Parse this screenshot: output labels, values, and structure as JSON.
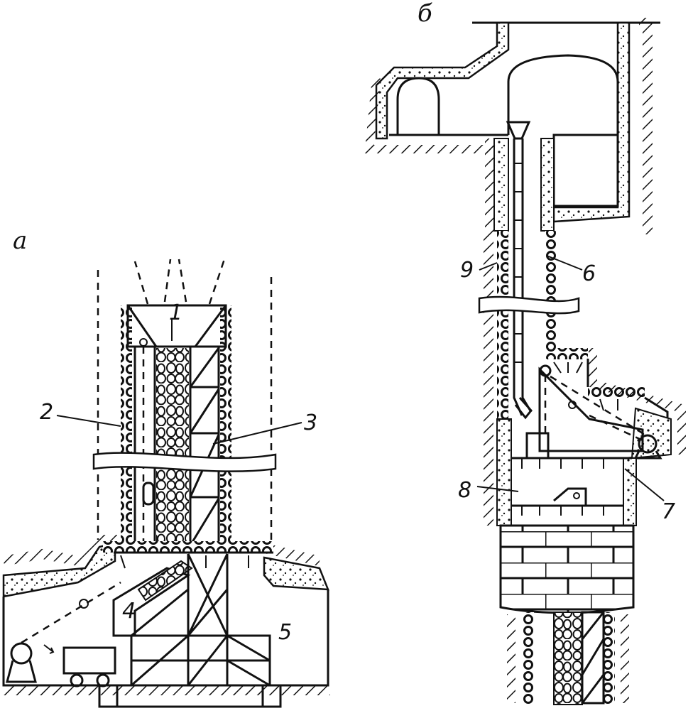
{
  "figure": {
    "panel_a": {
      "label": "а"
    },
    "panel_b": {
      "label": "б"
    }
  },
  "callouts": [
    {
      "id": "1",
      "text": "1"
    },
    {
      "id": "2",
      "text": "2"
    },
    {
      "id": "3",
      "text": "3"
    },
    {
      "id": "4",
      "text": "4"
    },
    {
      "id": "5",
      "text": "5"
    },
    {
      "id": "6",
      "text": "6"
    },
    {
      "id": "7",
      "text": "7"
    },
    {
      "id": "8",
      "text": "8"
    },
    {
      "id": "9",
      "text": "9"
    }
  ]
}
